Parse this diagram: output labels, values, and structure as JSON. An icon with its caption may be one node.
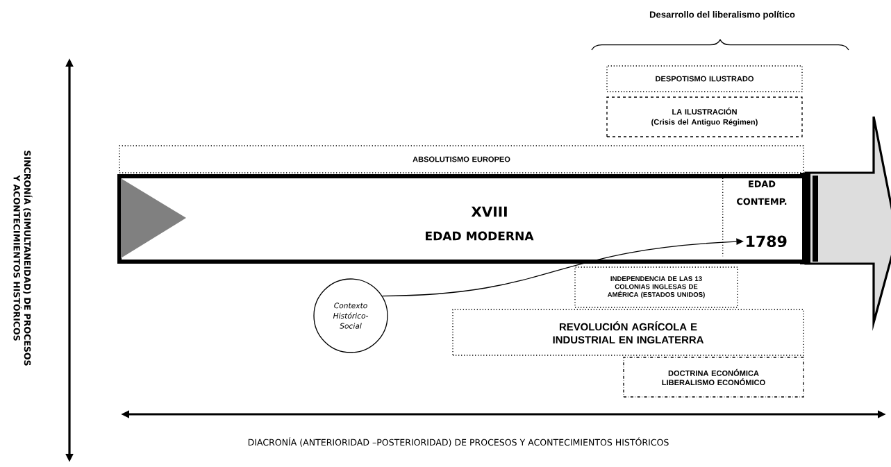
{
  "diagram": {
    "title": "Desarrollo del liberalismo político",
    "nodes": [
      {
        "text": [
          "ABSOLUTISMO EUROPEO"
        ]
      },
      {
        "text": [
          "DESPOTISMO ILUSTRADO"
        ]
      },
      {
        "text": [
          "LA ILUSTRACIÓN",
          "(Crisis del Antiguo Régimen)"
        ]
      },
      {
        "text": [
          "XVIII",
          "EDAD MODERNA"
        ]
      },
      {
        "text": [
          "EDAD CONTEMP."
        ],
        "in": 3
      },
      {
        "text": [
          "1789"
        ],
        "in": 4
      },
      {
        "text": [
          "Contexto Histórico-Social"
        ]
      },
      {
        "text": [
          "INDEPENDENCIA DE LAS 13 COLONIAS INGLESAS DE AMÉRICA (ESTADOS UNIDOS)"
        ]
      },
      {
        "text": [
          "REVOLUCIÓN AGRÍCOLA E INDUSTRIAL EN INGLATERRA"
        ]
      },
      {
        "text": [
          "DOCTRINA ECONÓMICA",
          "LIBERALISMO ECONÓMICO"
        ]
      }
    ],
    "edges": [
      {
        "from": 6,
        "to": 5,
        "arrow": "to"
      }
    ],
    "labels": [
      "SINCRONÍA (SIMULTANEIDAD) DE PROCESOS Y ACONTECIMIENTOS HISTÓRICOS",
      "DIACRONÍA (ANTERIORIDAD –POSTERIORIDAD) DE PROCESOS Y ACONTECIMIENTOS HISTÓRICOS"
    ]
  }
}
